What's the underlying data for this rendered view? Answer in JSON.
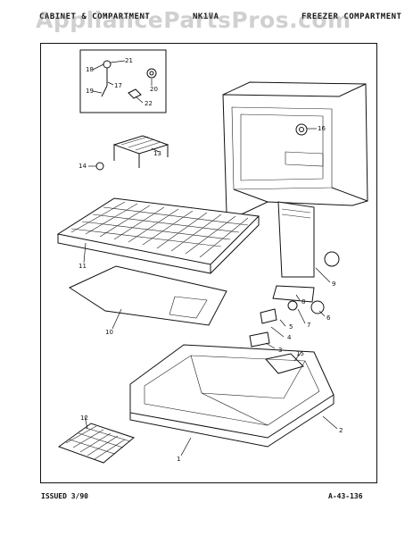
{
  "header": {
    "left": "CABINET & COMPARTMENT",
    "middle": "NK1VA",
    "right": "FREEZER COMPARTMENT",
    "watermark": "AppliancePartsPros.com"
  },
  "callouts": [
    "1",
    "2",
    "3",
    "4",
    "5",
    "6",
    "7",
    "8",
    "9",
    "10",
    "11",
    "12",
    "13",
    "14",
    "15",
    "16",
    "17",
    "18",
    "19",
    "20",
    "21",
    "22"
  ],
  "footer": {
    "issued": "ISSUED 3/90",
    "code": "A-43-136"
  }
}
